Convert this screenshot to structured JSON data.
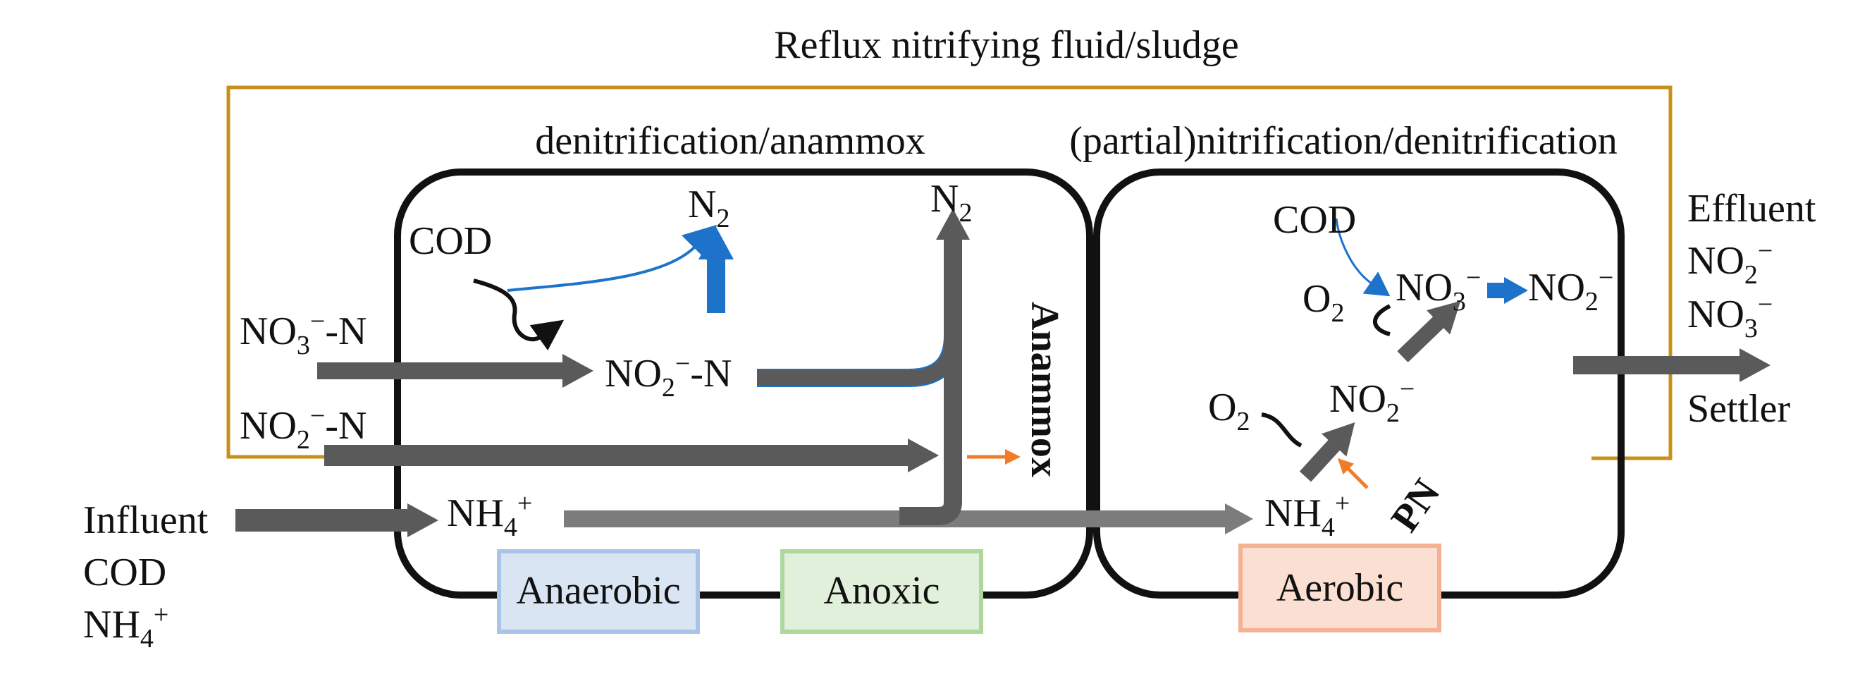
{
  "title": "Reflux nitrifying fluid/sludge",
  "left_zone_title": "denitrification/anammox",
  "right_zone_title": "(partial)nitrification/denitrification",
  "influent": {
    "label": "Influent",
    "cod": "COD",
    "nh4": "NH",
    "nh4_sub": "4",
    "nh4_sup": "+"
  },
  "effluent": {
    "label": "Effluent",
    "no2": "NO",
    "no2_sub": "2",
    "no2_sup": "−",
    "no3": "NO",
    "no3_sub": "3",
    "no3_sup": "−"
  },
  "settler": "Settler",
  "left_reactor": {
    "cod": "COD",
    "n2_a": "N",
    "n2_a_sub": "2",
    "n2_b": "N",
    "n2_b_sub": "2",
    "no3n": {
      "main": "NO",
      "sub": "3",
      "sup": "−",
      "tail": "-N"
    },
    "no2n_in": {
      "main": "NO",
      "sub": "2",
      "sup": "−",
      "tail": "-N"
    },
    "no2n_mid": {
      "main": "NO",
      "sub": "2",
      "sup": "−",
      "tail": "-N"
    },
    "nh4": {
      "main": "NH",
      "sub": "4",
      "sup": "+"
    },
    "anammox": "Anammox"
  },
  "right_reactor": {
    "cod": "COD",
    "o2_top": {
      "main": "O",
      "sub": "2"
    },
    "no3": {
      "main": "NO",
      "sub": "3",
      "sup": "−"
    },
    "no2_top": {
      "main": "NO",
      "sub": "2",
      "sup": "−"
    },
    "o2_low": {
      "main": "O",
      "sub": "2"
    },
    "no2_low": {
      "main": "NO",
      "sub": "2",
      "sup": "−"
    },
    "nh4": {
      "main": "NH",
      "sub": "4",
      "sup": "+"
    },
    "pn": "PN"
  },
  "zones": [
    "Anaerobic",
    "Anoxic",
    "Aerobic"
  ],
  "colors": {
    "reflux_line": "#C8901A",
    "gray_arrow": "#5A5A5A",
    "light_gray_arrow": "#7C7C7C",
    "blue": "#1C73C9",
    "orange": "#F07B28",
    "anaerobic_fill": "#DAE5F3",
    "anaerobic_stroke": "#A9C4E6",
    "anoxic_fill": "#E1F0DA",
    "anoxic_stroke": "#AED79E",
    "aerobic_fill": "#FBDFD3",
    "aerobic_stroke": "#F4B293"
  }
}
